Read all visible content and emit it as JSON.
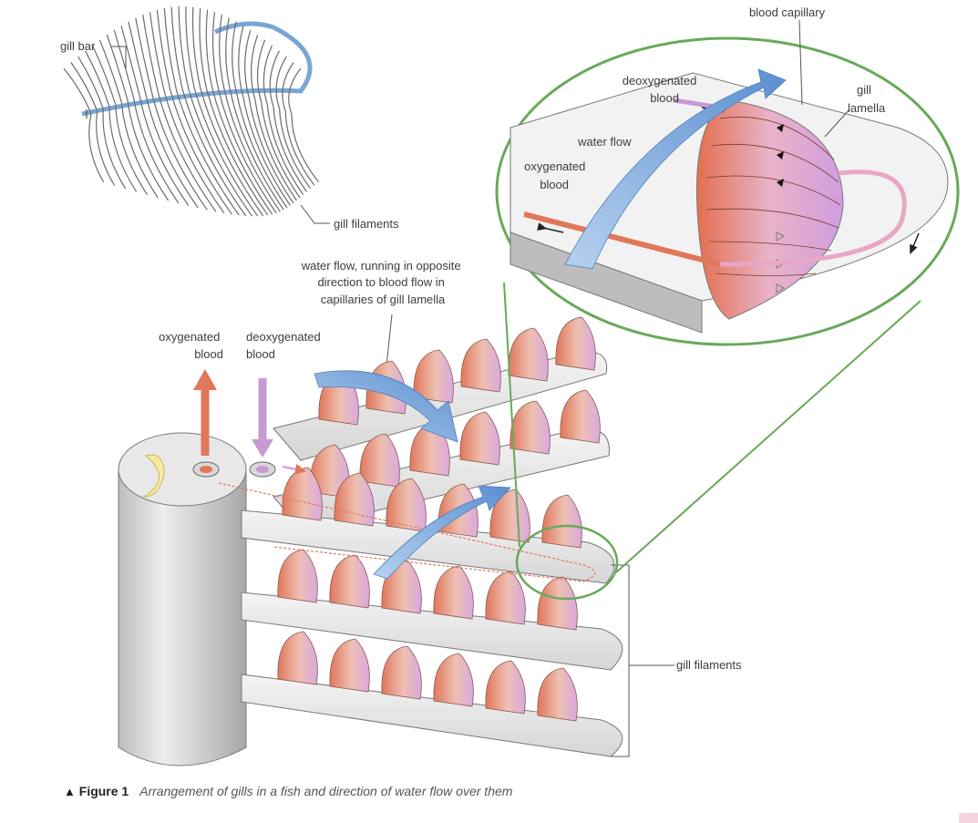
{
  "labels": {
    "gill_bar": "gill bar",
    "gill_filaments_top": "gill filaments",
    "water_flow_note": [
      "water flow, running in opposite",
      "direction to blood flow in",
      "capillaries of gill lamella"
    ],
    "oxygenated_blood": [
      "oxygenated",
      "blood"
    ],
    "deoxygenated_blood": [
      "deoxygenated",
      "blood"
    ],
    "gill_filaments_side": "gill filaments",
    "inset_blood_capillary": "blood capillary",
    "inset_deoxygenated": [
      "deoxygenated",
      "blood"
    ],
    "inset_gill_lamella": [
      "gill",
      "lamella"
    ],
    "inset_water_flow": "water flow",
    "inset_oxygenated": [
      "oxygenated",
      "blood"
    ]
  },
  "caption": {
    "marker": "▲",
    "number": "Figure 1",
    "text": "Arrangement of gills in a fish and direction of water flow over them"
  },
  "colors": {
    "water_flow": "#6f9fd8",
    "oxygenated": "#e0775a",
    "deoxygenated": "#c79ad3",
    "inset_ring": "#69a85a",
    "body_grey": "#c8c8c8"
  }
}
